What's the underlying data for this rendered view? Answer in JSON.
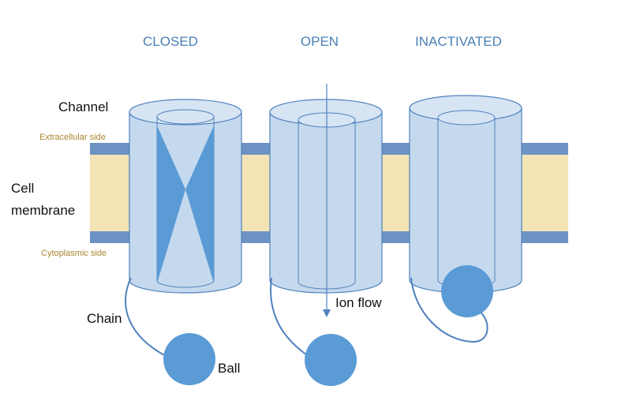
{
  "states": {
    "closed": "CLOSED",
    "open": "OPEN",
    "inactivated": "INACTIVATED"
  },
  "labels": {
    "channel": "Channel",
    "extracellular": "Extracellular side",
    "cell": "Cell",
    "membrane": "membrane",
    "cytoplasmic": "Cytoplasmic side",
    "chain": "Chain",
    "ball": "Ball",
    "ion_flow": "Ion flow"
  },
  "colors": {
    "membrane_edge": "#6c93c3",
    "membrane_core": "#f2e4b4",
    "channel_fill": "#c5d9ee",
    "channel_stroke": "#4f81bd",
    "gate": "#5b9bd5",
    "ball": "#5b9bd5",
    "title": "#4a7fb5",
    "side_label": "#a8862e"
  }
}
